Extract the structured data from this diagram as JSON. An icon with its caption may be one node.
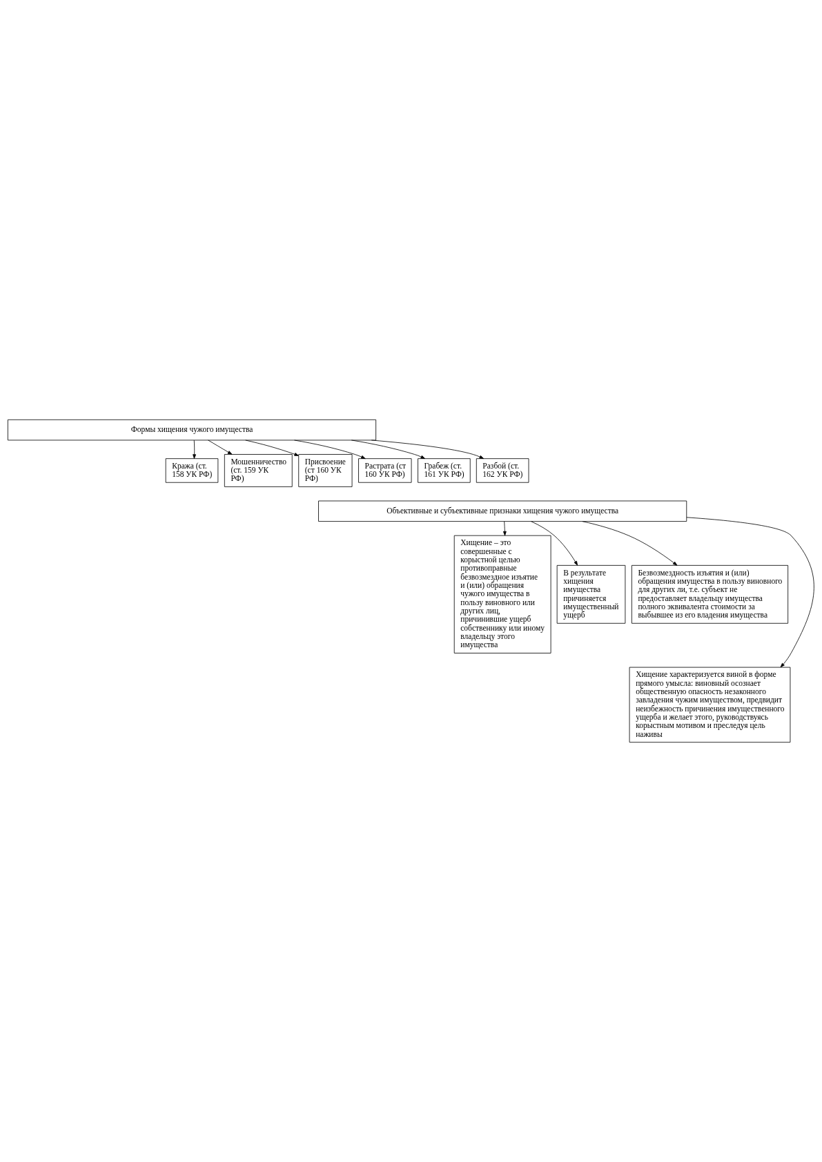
{
  "diagram": {
    "nodes": [
      {
        "text": [
          "Формы хищения чужого имущества"
        ]
      },
      {
        "text": [
          "Кража (ст. 158 УК РФ)"
        ]
      },
      {
        "text": [
          "Мошенничество (ст. 159 УК РФ)"
        ]
      },
      {
        "text": [
          "Присвоение (ст 160 УК РФ)"
        ]
      },
      {
        "text": [
          "Растрата (ст 160 УК РФ)"
        ]
      },
      {
        "text": [
          "Грабеж (ст. 161 УК РФ)"
        ]
      },
      {
        "text": [
          "Разбой (ст. 162 УК РФ)"
        ]
      },
      {
        "text": [
          "Объективные и субъективные признаки хищения чужого имущества"
        ]
      },
      {
        "text": [
          "Хищение – это совершенные с корыстной целью противоправные безвозмездное изъятие и (или) обращения чужого имущества в пользу виновного или других лиц, причинившие ущерб собственнику или иному владельцу этого имущества"
        ]
      },
      {
        "text": [
          "В результате хищения имущества причиняется имущественный ущерб"
        ]
      },
      {
        "text": [
          "Безвозмездность изъятия и (или) обращения имущества в пользу виновного для других ли, т.е. субъект не предоставляет владельцу имущества полного эквивалента стоимости за выбывшее из его владения имущества"
        ]
      },
      {
        "text": [
          "Хищение характеризуется виной в форме прямого умысла: виновный осознает общественную опасность незаконного завладения чужим имуществом, предвидит неизбежность причинения имущественного ущерба и желает этого, руководствуясь корыстным мотивом и преследуя цель наживы"
        ]
      }
    ],
    "edges": [
      {
        "from": 0,
        "to": 1,
        "arrow": "to"
      },
      {
        "from": 0,
        "to": 2,
        "arrow": "to"
      },
      {
        "from": 0,
        "to": 3,
        "arrow": "to"
      },
      {
        "from": 0,
        "to": 4,
        "arrow": "to"
      },
      {
        "from": 0,
        "to": 5,
        "arrow": "to"
      },
      {
        "from": 0,
        "to": 6,
        "arrow": "to"
      },
      {
        "from": 7,
        "to": 8,
        "arrow": "to"
      },
      {
        "from": 7,
        "to": 9,
        "arrow": "to"
      },
      {
        "from": 7,
        "to": 10,
        "arrow": "to"
      },
      {
        "from": 7,
        "to": 11,
        "arrow": "to"
      }
    ]
  }
}
